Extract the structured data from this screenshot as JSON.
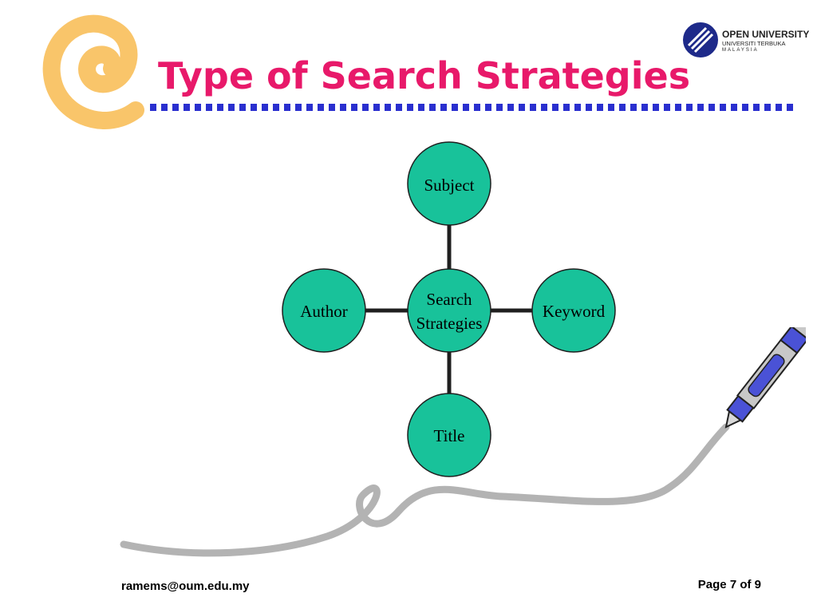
{
  "slide": {
    "title": "Type of Search Strategies",
    "footer_email": "ramems@oum.edu.my",
    "page_label": "Page 7 of 9"
  },
  "logo": {
    "line1": "OPEN UNIVERSITY",
    "line2": "UNIVERSITI TERBUKA",
    "line3": "MALAYSIA",
    "icon": "oum-logo-icon"
  },
  "diagram": {
    "center": {
      "line1": "Search",
      "line2": "Strategies"
    },
    "nodes": {
      "top": "Subject",
      "right": "Keyword",
      "bottom": "Title",
      "left": "Author"
    },
    "node_fill": "#18c29a",
    "node_stroke": "#1f1f1f"
  },
  "colors": {
    "title": "#e8196a",
    "rule": "#2a2fcf",
    "swirl": "#f9c56a"
  },
  "decor": {
    "swirl_icon": "swirl-at-icon",
    "pen_icon": "pen-icon"
  }
}
